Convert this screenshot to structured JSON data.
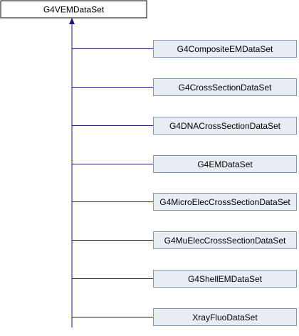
{
  "base_class": {
    "name": "G4VEMDataSet"
  },
  "derived_classes": [
    {
      "name": "G4CompositeEMDataSet"
    },
    {
      "name": "G4CrossSectionDataSet"
    },
    {
      "name": "G4DNACrossSectionDataSet"
    },
    {
      "name": "G4EMDataSet"
    },
    {
      "name": "G4MicroElecCrossSectionDataSet"
    },
    {
      "name": "G4MuElecCrossSectionDataSet"
    },
    {
      "name": "G4ShellEMDataSet"
    },
    {
      "name": "XrayFluoDataSet"
    }
  ],
  "colors": {
    "edge": "#1a1a7a",
    "derived_fill": "#e8edf3",
    "derived_border": "#8396b4",
    "base_fill": "#ffffff",
    "base_border": "#000000"
  }
}
